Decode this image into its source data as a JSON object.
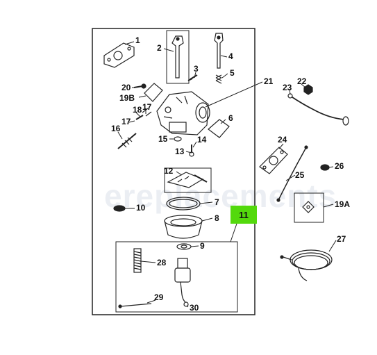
{
  "watermark": "ereplacements",
  "highlight": {
    "label": "11",
    "color": "#53d90c"
  },
  "callouts": {
    "c1": "1",
    "c2": "2",
    "c3": "3",
    "c4": "4",
    "c5": "5",
    "c6": "6",
    "c7": "7",
    "c8": "8",
    "c9": "9",
    "c10": "10",
    "c12": "12",
    "c13": "13",
    "c14": "14",
    "c15": "15",
    "c16": "16",
    "c17a": "17",
    "c17b": "17",
    "c18": "18",
    "c19a": "19A",
    "c19b": "19B",
    "c20": "20",
    "c21": "21",
    "c22": "22",
    "c23": "23",
    "c24": "24",
    "c25": "25",
    "c26": "26",
    "c27": "27",
    "c28": "28",
    "c29": "29",
    "c30": "30"
  }
}
